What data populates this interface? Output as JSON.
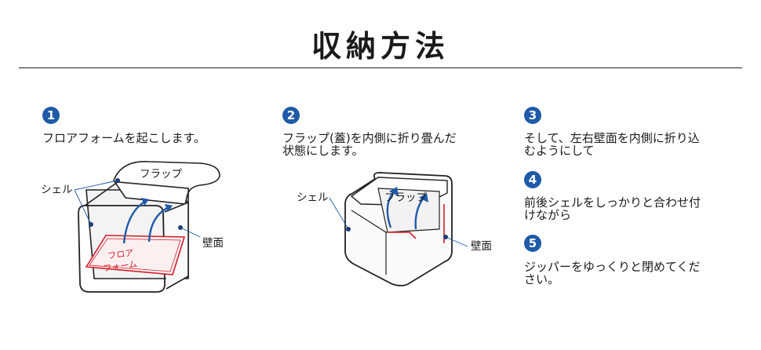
{
  "title": "収納方法",
  "steps": [
    {
      "number": "1",
      "text": "フロアフォームを起こします。"
    },
    {
      "number": "2",
      "text": "フラップ(蓋)を内側に折り畳んだ\n状態にします。"
    },
    {
      "number": "3",
      "text": "そして、左右壁面を内側に折り込\nむようにして"
    },
    {
      "number": "4",
      "text": "前後シェルをしっかりと合わせ付\nけながら"
    },
    {
      "number": "5",
      "text": "ジッパーをゆっくりと閉めてくだ\nさい。"
    }
  ],
  "illustration1": {
    "flap_label": "フラップ",
    "shell_label": "シェル",
    "wall_label": "壁面",
    "floor_label_line1": "フロア",
    "floor_label_line2": "フォーム"
  },
  "illustration2": {
    "shell_label": "シェル",
    "flap_label": "フラップ",
    "wall_label": "壁面"
  },
  "colors": {
    "number_badge": "#1f5aa8",
    "accent_red": "#d11f2a",
    "arrow_blue": "#1f5aa8"
  }
}
